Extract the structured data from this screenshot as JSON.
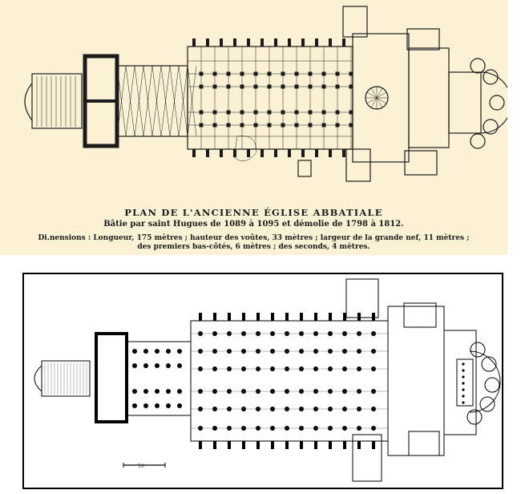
{
  "colors": {
    "paper": "#fbf2d6",
    "ink": "#1a1a1a",
    "frame": "#000000"
  },
  "caption": {
    "title": "PLAN DE L'ANCIENNE ÉGLISE ABBATIALE",
    "subtitle": "Bâtie par saint Hugues de 1089 à 1095 et démolie de 1798 à 1812.",
    "dimensions_line1": "Di.nensions : Longueur, 175 mètres ; hauteur des voûtes, 33 mètres ; largeur de la grande nef, 11 mètres ;",
    "dimensions_line2": "des premiers bas-côtés, 6 mètres ; des seconds, 4 mètres."
  },
  "scale_bar": {
    "label": "50"
  }
}
